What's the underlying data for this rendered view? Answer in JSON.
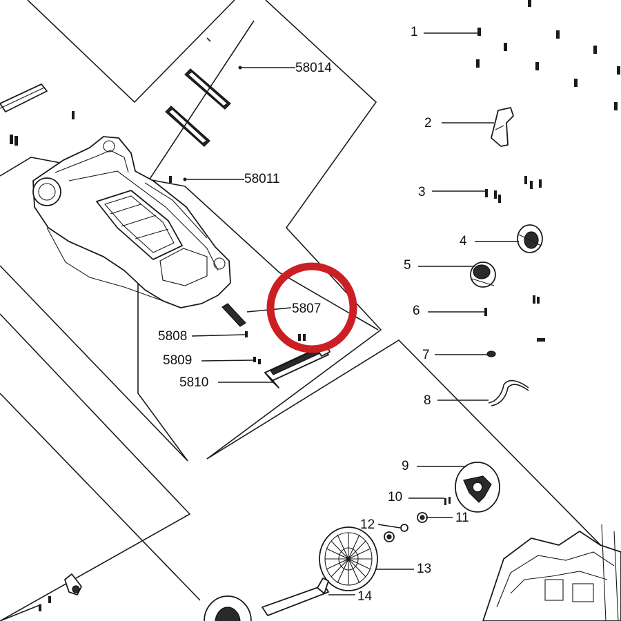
{
  "highlight_color": "#cc1f24",
  "callouts": {
    "c1": "1",
    "c2": "2",
    "c3": "3",
    "c4": "4",
    "c5": "5",
    "c6": "6",
    "c7": "7",
    "c8": "8",
    "c9": "9",
    "c10": "10",
    "c11": "11",
    "c12": "12",
    "c13": "13",
    "c14": "14",
    "c58014": "58014",
    "c58011": "58011",
    "c5807": "5807",
    "c5808": "5808",
    "c5809": "5809",
    "c5810": "5810"
  },
  "highlighted_callout": "5807"
}
